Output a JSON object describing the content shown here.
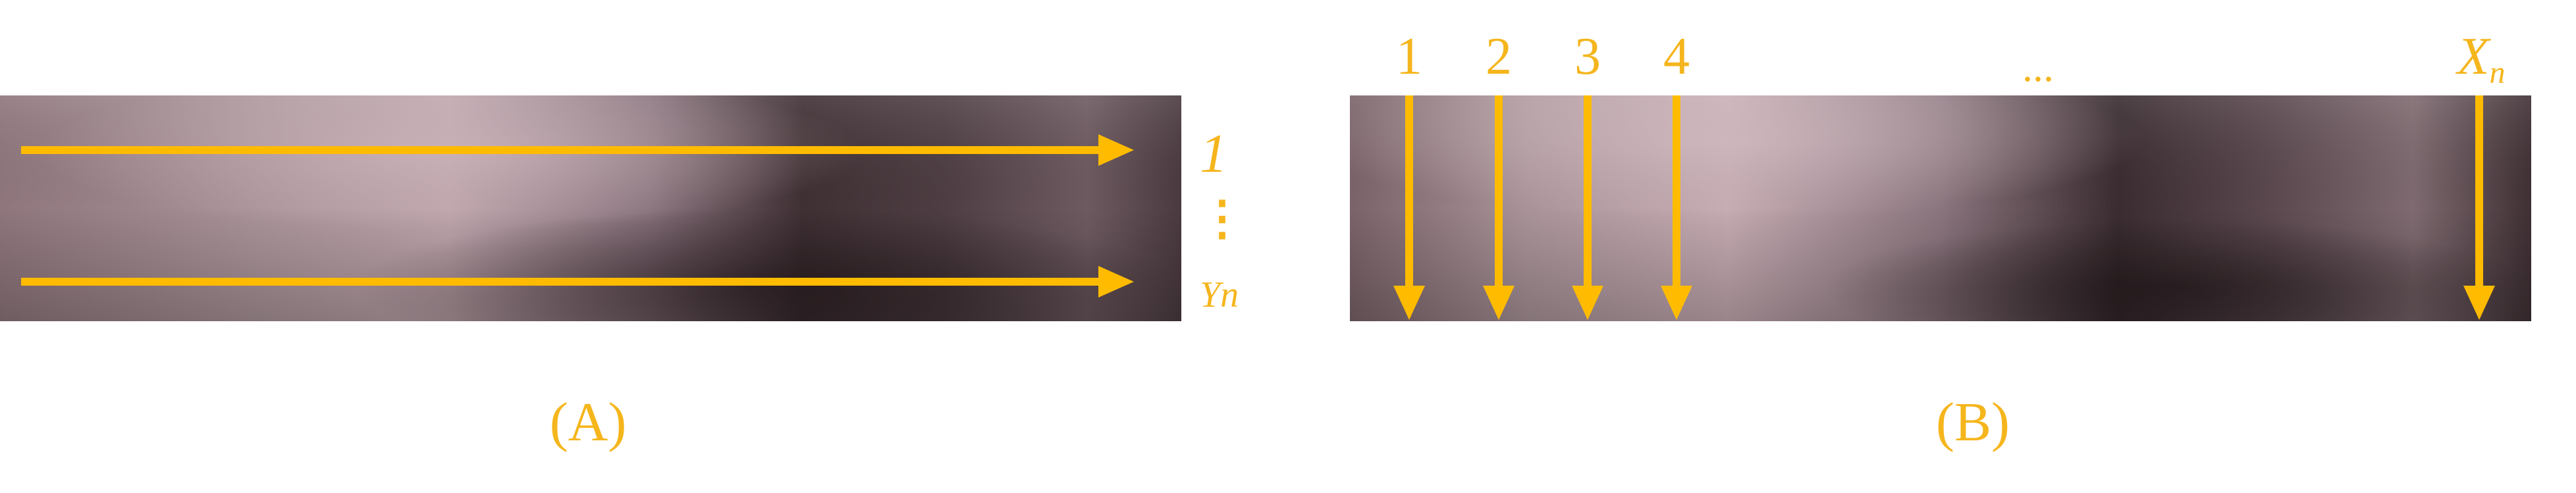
{
  "colors": {
    "arrow": "#FFBB00",
    "label": "#F5B51C",
    "strip_light": "#C4A9B0",
    "strip_dark": "#2F2226"
  },
  "panel_a": {
    "row_first_label": "1",
    "row_ellipsis": "⋮",
    "row_last_label": "Yn",
    "caption": "(A)"
  },
  "panel_b": {
    "col_labels": [
      "1",
      "2",
      "3",
      "4"
    ],
    "ellipsis": "...",
    "last_label_base": "X",
    "last_label_sub": "n",
    "caption": "(B)"
  }
}
